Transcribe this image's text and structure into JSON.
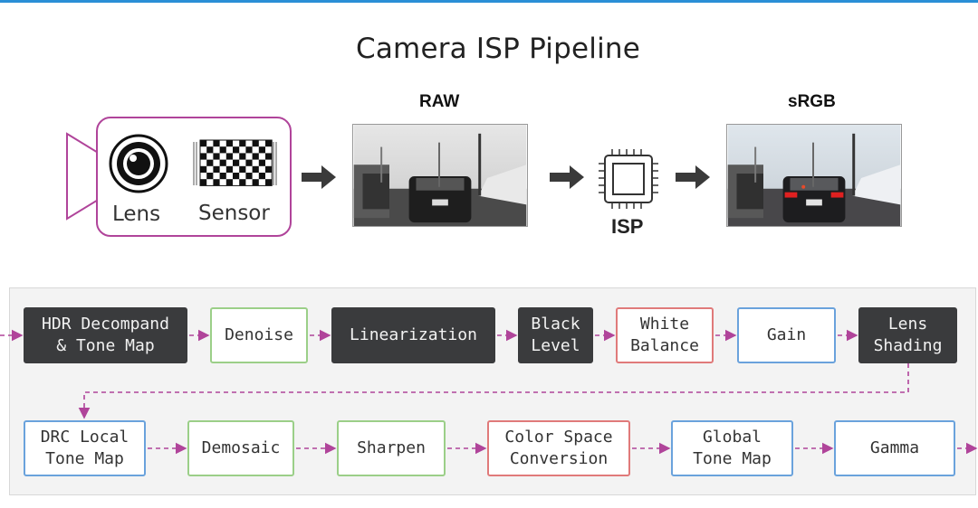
{
  "title": "Camera ISP Pipeline",
  "camera": {
    "lens_label": "Lens",
    "sensor_label": "Sensor",
    "accent_color": "#b0449a"
  },
  "images": {
    "raw_label": "RAW",
    "srgb_label": "sRGB"
  },
  "isp_label": "ISP",
  "pipeline": {
    "row1": [
      {
        "label": "HDR Decompand\n& Tone Map",
        "style": "dark"
      },
      {
        "label": "Denoise",
        "style": "green"
      },
      {
        "label": "Linearization",
        "style": "dark"
      },
      {
        "label": "Black\nLevel",
        "style": "dark"
      },
      {
        "label": "White\nBalance",
        "style": "red"
      },
      {
        "label": "Gain",
        "style": "blue"
      },
      {
        "label": "Lens\nShading",
        "style": "dark"
      }
    ],
    "row2": [
      {
        "label": "DRC Local\nTone Map",
        "style": "blue"
      },
      {
        "label": "Demosaic",
        "style": "green"
      },
      {
        "label": "Sharpen",
        "style": "green"
      },
      {
        "label": "Color Space\nConversion",
        "style": "red"
      },
      {
        "label": "Global\nTone Map",
        "style": "blue"
      },
      {
        "label": "Gamma",
        "style": "blue"
      }
    ],
    "colors": {
      "dark": "#3a3b3d",
      "green": "#9bcf88",
      "red": "#e07a7a",
      "blue": "#6aa2dc",
      "connector": "#b0449a"
    }
  }
}
